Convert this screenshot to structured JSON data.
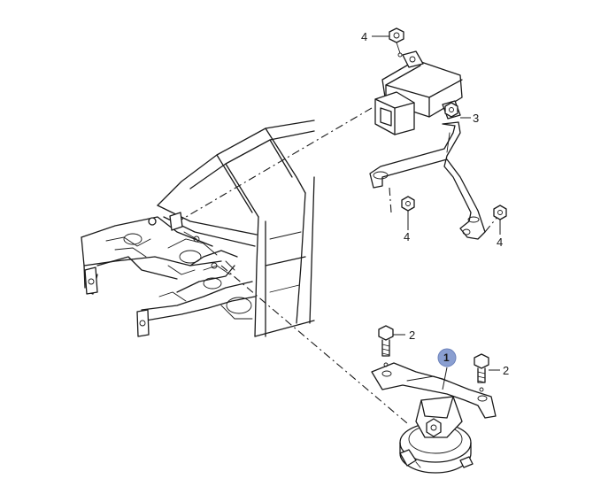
{
  "diagram": {
    "callouts": {
      "c1": "1",
      "c2a": "2",
      "c2b": "2",
      "c3": "3",
      "c4a": "4",
      "c4b": "4",
      "c4c": "4"
    },
    "colors": {
      "line": "#1a1a1a",
      "badge": "#8a9fd1"
    }
  }
}
